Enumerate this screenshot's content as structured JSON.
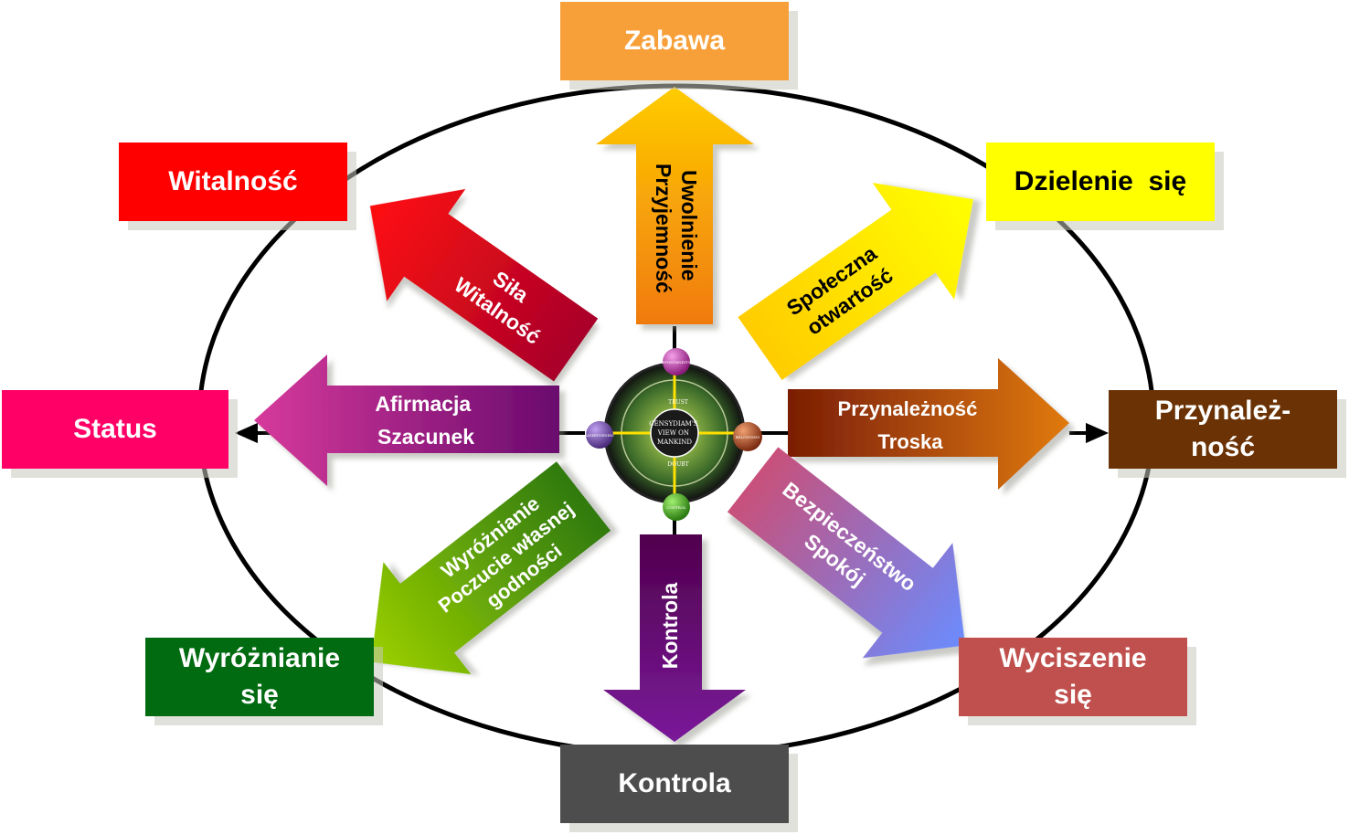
{
  "colors": {
    "zabawa": "#f7a03a",
    "witalnosc": "#ff0000",
    "dzielenie": "#ffff00",
    "status": "#ff0066",
    "przynaleznosc": "#6b3305",
    "wyroznianie": "#006b10",
    "wyciszenie": "#c0504d",
    "kontrola": "#4d4d4d"
  },
  "boxes": {
    "zabawa": {
      "line1": "Zabawa"
    },
    "witalnosc": {
      "line1": "Witalność"
    },
    "dzielenie": {
      "line1": "Dzielenie  się"
    },
    "status": {
      "line1": "Status"
    },
    "przynaleznosc": {
      "line1": "Przynależ-",
      "line2": "ność"
    },
    "wyroznianie": {
      "line1": "Wyróżnianie",
      "line2": "się"
    },
    "wyciszenie": {
      "line1": "Wyciszenie",
      "line2": "się"
    },
    "kontrola": {
      "line1": "Kontrola"
    }
  },
  "arrows": {
    "uwolnienie": {
      "line1": "Uwolnienie",
      "line2": "Przyjemność",
      "icon": "arrow-up-icon"
    },
    "sila": {
      "line1": "Siła",
      "line2": "Witalność",
      "icon": "arrow-up-left-icon"
    },
    "spoleczna": {
      "line1": "Społeczna",
      "line2": "otwartość",
      "icon": "arrow-up-right-icon"
    },
    "afirmacja": {
      "line1": "Afirmacja",
      "line2": "Szacunek",
      "icon": "arrow-left-icon"
    },
    "przynaleznosc": {
      "line1": "Przynależność",
      "line2": "Troska",
      "icon": "arrow-right-icon"
    },
    "wyroznianie": {
      "line1": "Wyróżnianie",
      "line2": "Poczucie własnej",
      "line3": "godności",
      "icon": "arrow-down-left-icon"
    },
    "kontrola": {
      "line1": "Kontrola",
      "icon": "arrow-down-icon"
    },
    "bezpieczenstwo": {
      "line1": "Bezpieczeństwo",
      "line2": "Spokój",
      "icon": "arrow-down-right-icon"
    }
  },
  "hub": {
    "center_line1": "CENSYDIAM'S",
    "center_line2": "VIEW ON",
    "center_line3": "MANKIND",
    "trust": "TRUST",
    "doubt": "DOUBT",
    "top_ball": "SPONTANEITY",
    "right_ball": "BELONGING",
    "bottom_ball": "CONTROL",
    "left_ball": "ASSERTIVENESS",
    "icon": "censydiam-wheel-icon"
  }
}
